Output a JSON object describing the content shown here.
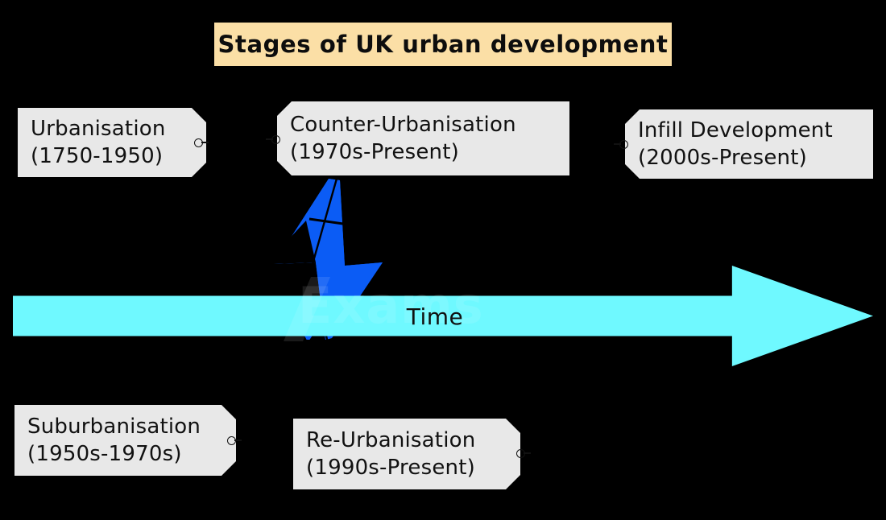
{
  "title": {
    "text": "Stages of UK urban development",
    "bg_color": "#FBDFA6"
  },
  "timeline": {
    "axis_label": "Time",
    "arrow_color": "#6FF9FF",
    "bolt_color": "#0B5CF5",
    "tag_bg_color": "#E8E8E8",
    "direction": "left-to-right"
  },
  "watermark": {
    "text": "Exams"
  },
  "stages": {
    "above": [
      {
        "id": "urbanisation",
        "name": "Urbanisation",
        "period": "(1750-1950)",
        "hole_side": "right"
      },
      {
        "id": "counter-urbanisation",
        "name": "Counter-Urbanisation",
        "period": "(1970s-Present)",
        "hole_side": "left"
      },
      {
        "id": "infill-development",
        "name": "Infill Development",
        "period": "(2000s-Present)",
        "hole_side": "left"
      }
    ],
    "below": [
      {
        "id": "suburbanisation",
        "name": "Suburbanisation",
        "period": "(1950s-1970s)",
        "hole_side": "right"
      },
      {
        "id": "re-urbanisation",
        "name": "Re-Urbanisation",
        "period": "(1990s-Present)",
        "hole_side": "right"
      }
    ]
  }
}
